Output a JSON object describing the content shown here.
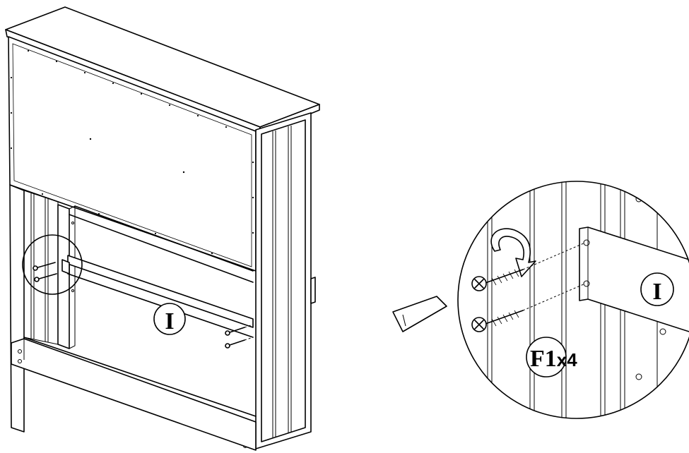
{
  "main_view": {
    "part_label": "I"
  },
  "detail_view": {
    "part_label": "I",
    "screw_code": "F1",
    "screw_qty": "x4"
  },
  "colors": {
    "line": "#000000",
    "background": "#ffffff"
  },
  "icons": [
    "screwdriver-icon",
    "rotate-arrow-icon",
    "screw-icon"
  ]
}
